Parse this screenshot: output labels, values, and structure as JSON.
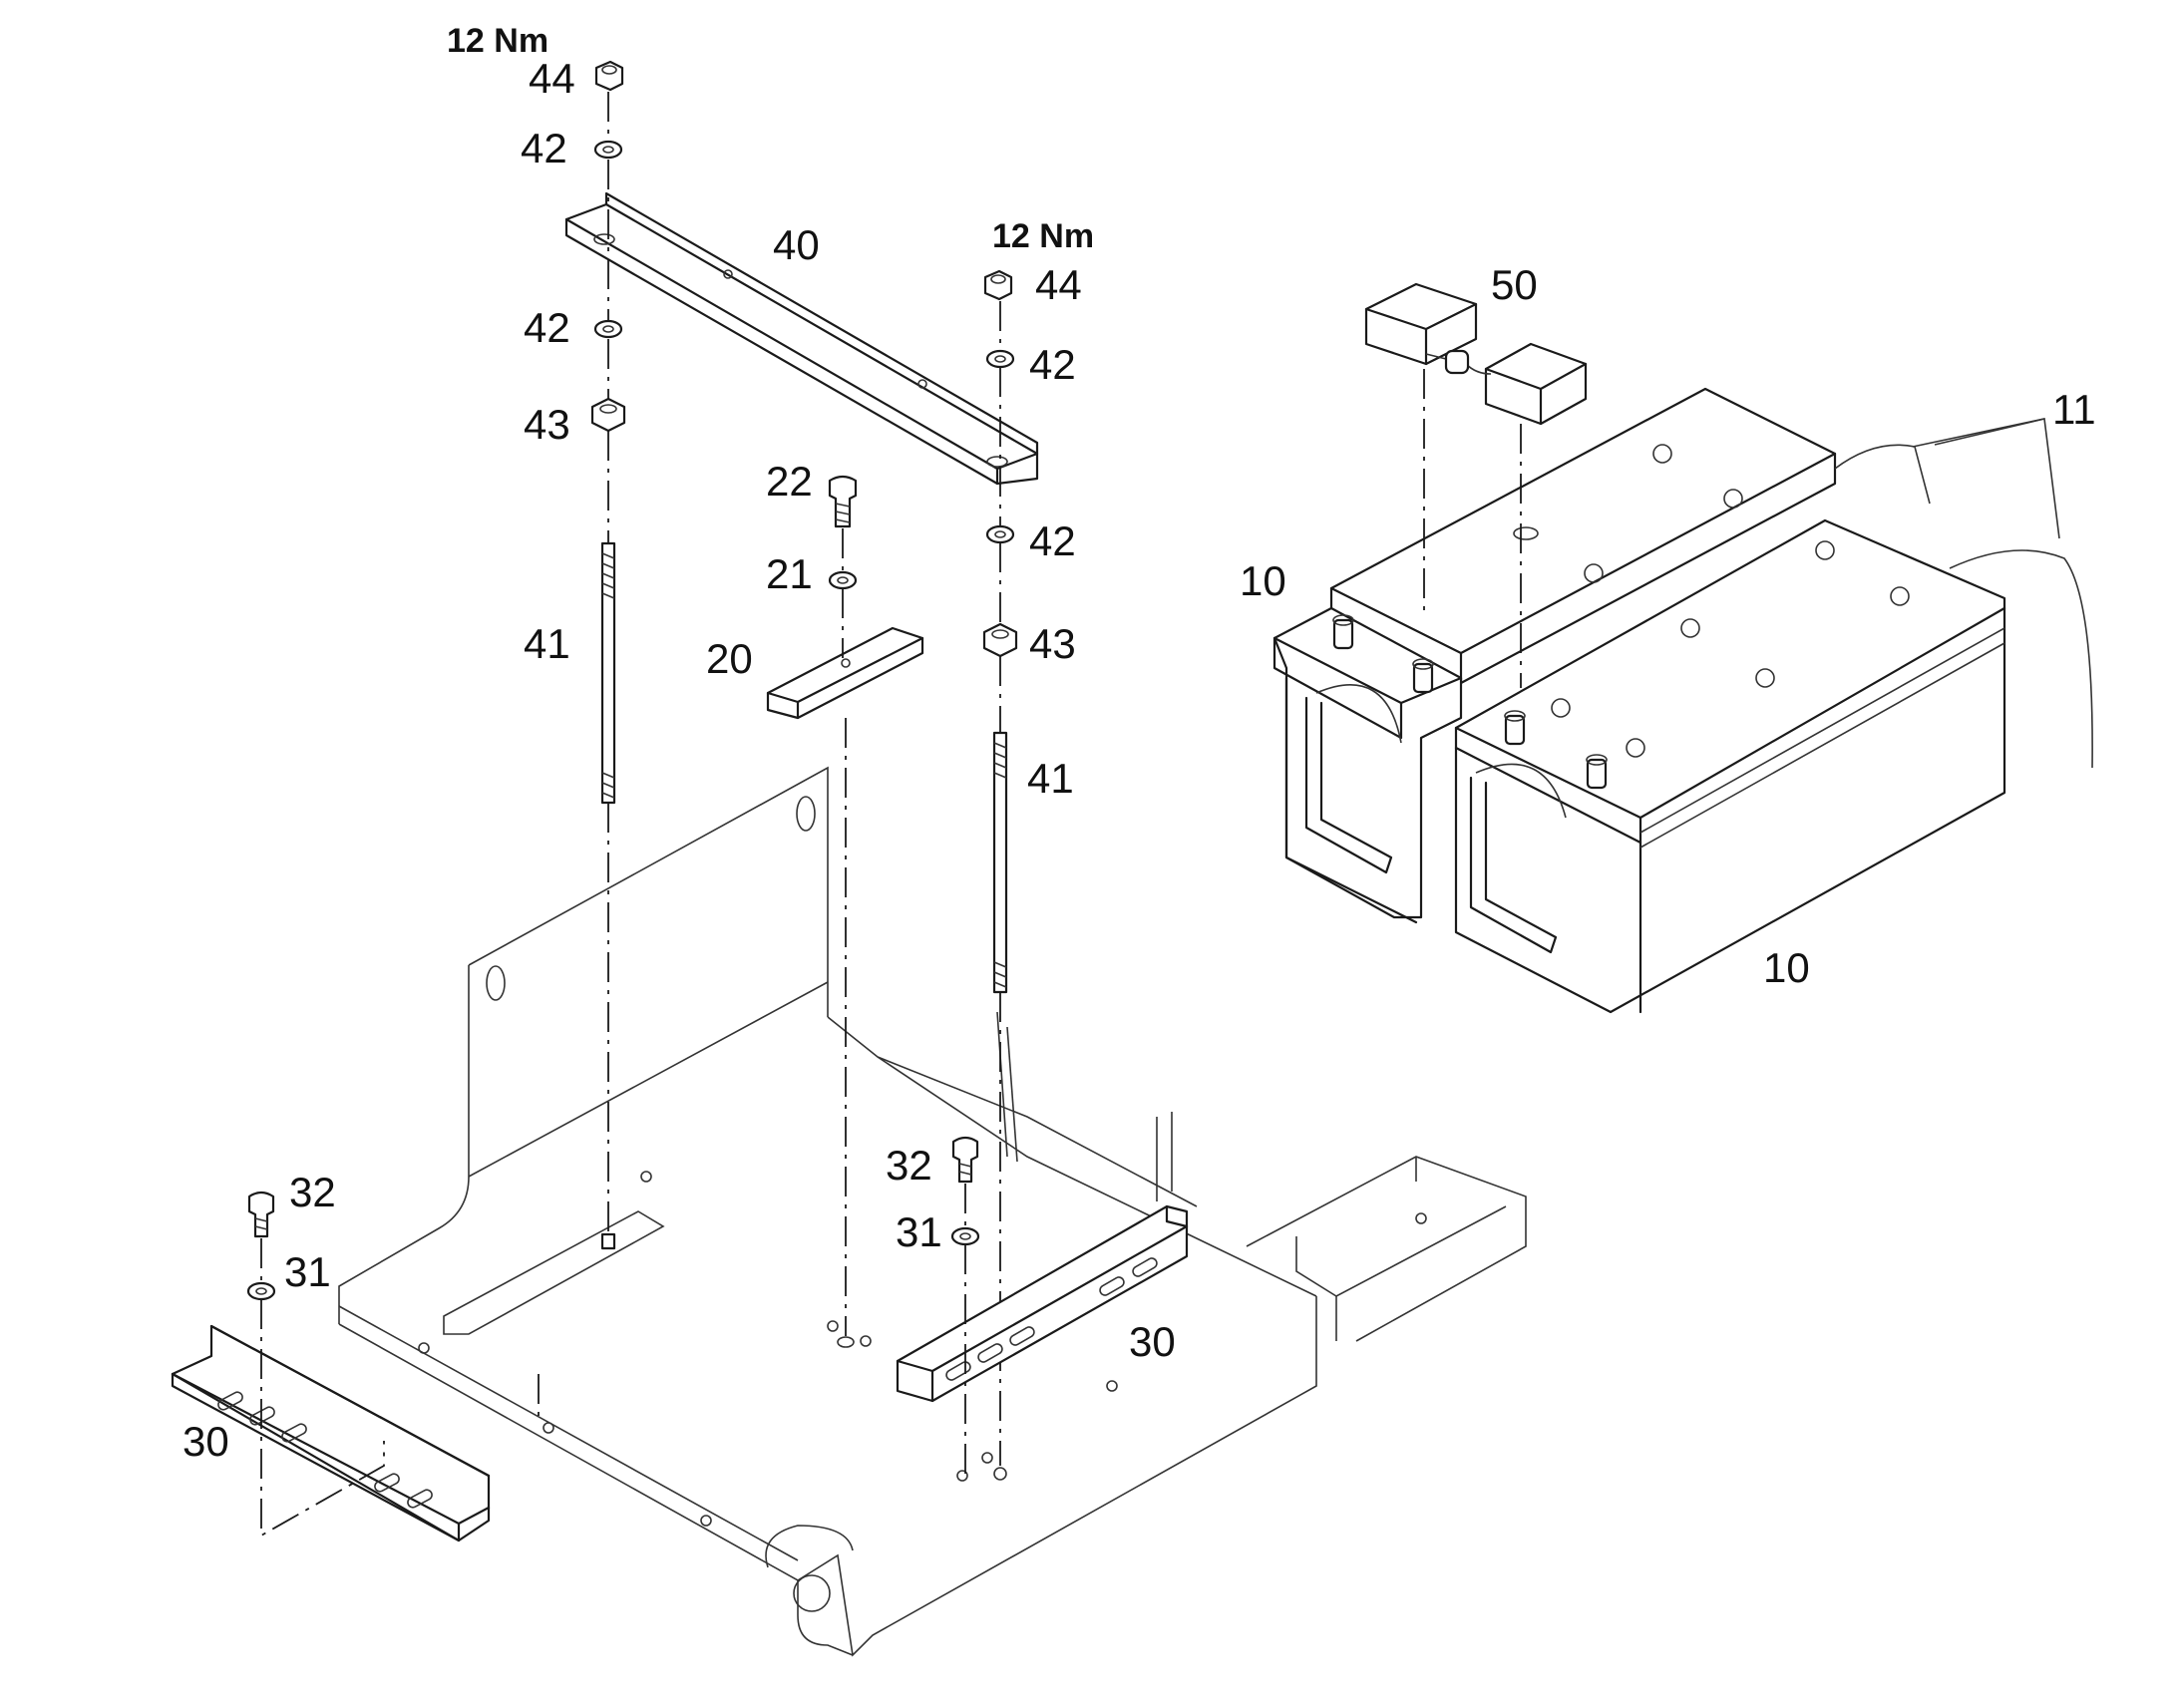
{
  "drawing": {
    "torque_labels": [
      "12 Nm",
      "12 Nm"
    ],
    "callouts": [
      {
        "id": "c44a",
        "text": "44"
      },
      {
        "id": "c42a",
        "text": "42"
      },
      {
        "id": "c40",
        "text": "40"
      },
      {
        "id": "c42b",
        "text": "42"
      },
      {
        "id": "c43a",
        "text": "43"
      },
      {
        "id": "c41a",
        "text": "41"
      },
      {
        "id": "c44b",
        "text": "44"
      },
      {
        "id": "c42c",
        "text": "42"
      },
      {
        "id": "c42d",
        "text": "42"
      },
      {
        "id": "c43b",
        "text": "43"
      },
      {
        "id": "c41b",
        "text": "41"
      },
      {
        "id": "c22",
        "text": "22"
      },
      {
        "id": "c21",
        "text": "21"
      },
      {
        "id": "c20",
        "text": "20"
      },
      {
        "id": "c32a",
        "text": "32"
      },
      {
        "id": "c31a",
        "text": "31"
      },
      {
        "id": "c30a",
        "text": "30"
      },
      {
        "id": "c32b",
        "text": "32"
      },
      {
        "id": "c31b",
        "text": "31"
      },
      {
        "id": "c30b",
        "text": "30"
      },
      {
        "id": "c50",
        "text": "50"
      },
      {
        "id": "c11",
        "text": "11"
      },
      {
        "id": "c10a",
        "text": "10"
      },
      {
        "id": "c10b",
        "text": "10"
      }
    ]
  }
}
